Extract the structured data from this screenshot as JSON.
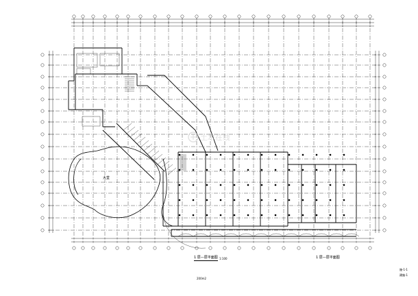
{
  "drawing": {
    "sheet_name": "1 层—层平面图",
    "plan_title": "1 层—层平面图",
    "plan_scale": "1:100",
    "lower_note": "200m2",
    "hall_label": "大堂",
    "watermark": "土木在线",
    "right_code_top": "施-1-1",
    "right_code_bottom": "建施-1",
    "colors": {
      "line": "#000000",
      "watermark": "#c8c8c8",
      "background": "#ffffff"
    }
  }
}
